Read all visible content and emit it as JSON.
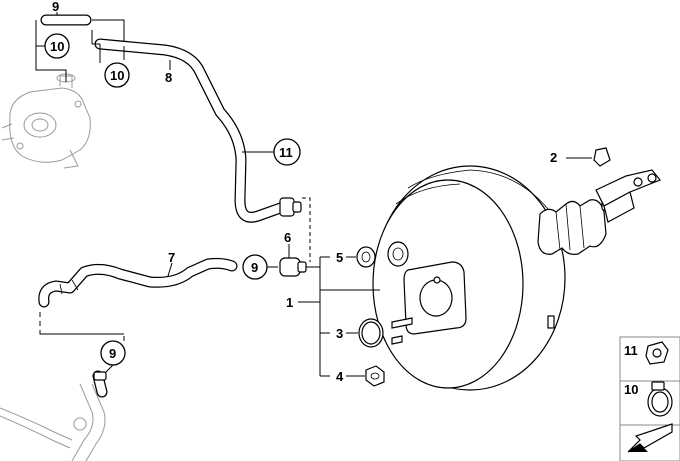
{
  "callouts": {
    "c1": "1",
    "c2": "2",
    "c3": "3",
    "c4": "4",
    "c5": "5",
    "c6": "6",
    "c7": "7",
    "c8": "8",
    "c9_top": "9",
    "c9_mid": "9",
    "c9_bottom": "9",
    "c10_a": "10",
    "c10_b": "10",
    "c11": "11"
  },
  "legend": {
    "item_11": "11",
    "item_10": "10"
  }
}
